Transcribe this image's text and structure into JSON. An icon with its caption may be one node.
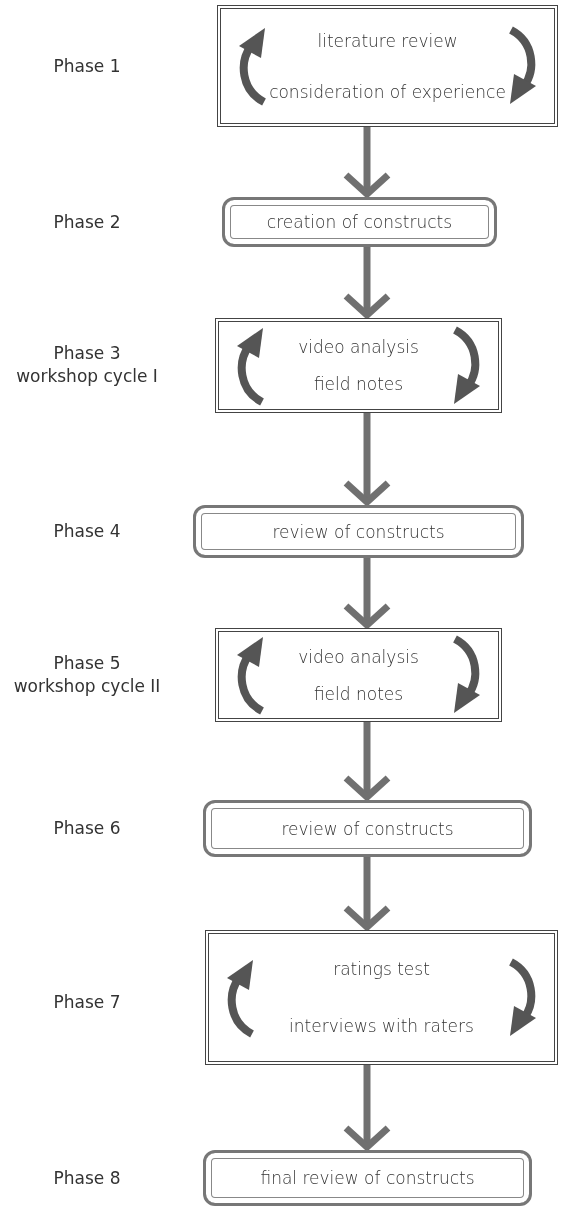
{
  "diagram": {
    "nodes": [
      {
        "text": [
          "literature review",
          "consideration of experience"
        ]
      },
      {
        "text": [
          "creation of constructs"
        ]
      },
      {
        "text": [
          "video analysis",
          "field notes"
        ]
      },
      {
        "text": [
          "review of constructs"
        ]
      },
      {
        "text": [
          "video analysis",
          "field notes"
        ]
      },
      {
        "text": [
          "review of constructs"
        ]
      },
      {
        "text": [
          "ratings test",
          "interviews with raters"
        ]
      },
      {
        "text": [
          "final review of constructs"
        ]
      }
    ],
    "edges": [
      {
        "from": 0,
        "to": 1,
        "arrow": "to"
      },
      {
        "from": 1,
        "to": 2,
        "arrow": "to"
      },
      {
        "from": 2,
        "to": 3,
        "arrow": "to"
      },
      {
        "from": 3,
        "to": 4,
        "arrow": "to"
      },
      {
        "from": 4,
        "to": 5,
        "arrow": "to"
      },
      {
        "from": 5,
        "to": 6,
        "arrow": "to"
      },
      {
        "from": 6,
        "to": 7,
        "arrow": "to"
      }
    ],
    "labels": [
      "Phase 1",
      "Phase 2",
      "Phase 3 workshop cycle I",
      "Phase  4",
      "Phase 5 workshop cycle II",
      "Phase 6",
      "Phase 7",
      "Phase 8"
    ]
  }
}
